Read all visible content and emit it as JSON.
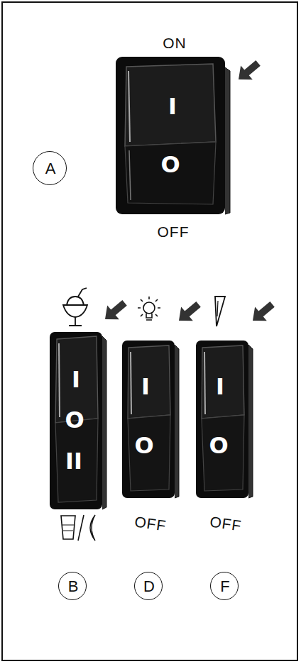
{
  "diagram": {
    "nodes": [
      {
        "text": [
          "A"
        ]
      },
      {
        "text": [
          "I",
          "O"
        ]
      },
      {
        "text": [
          "I",
          "O",
          "II"
        ]
      },
      {
        "text": [
          "I",
          "O"
        ]
      },
      {
        "text": [
          "I",
          "O"
        ]
      },
      {
        "text": [
          "B"
        ]
      },
      {
        "text": [
          "D"
        ]
      },
      {
        "text": [
          "F"
        ]
      }
    ],
    "labels": [
      "ON",
      "OFF",
      "OFF",
      "OFF"
    ]
  }
}
